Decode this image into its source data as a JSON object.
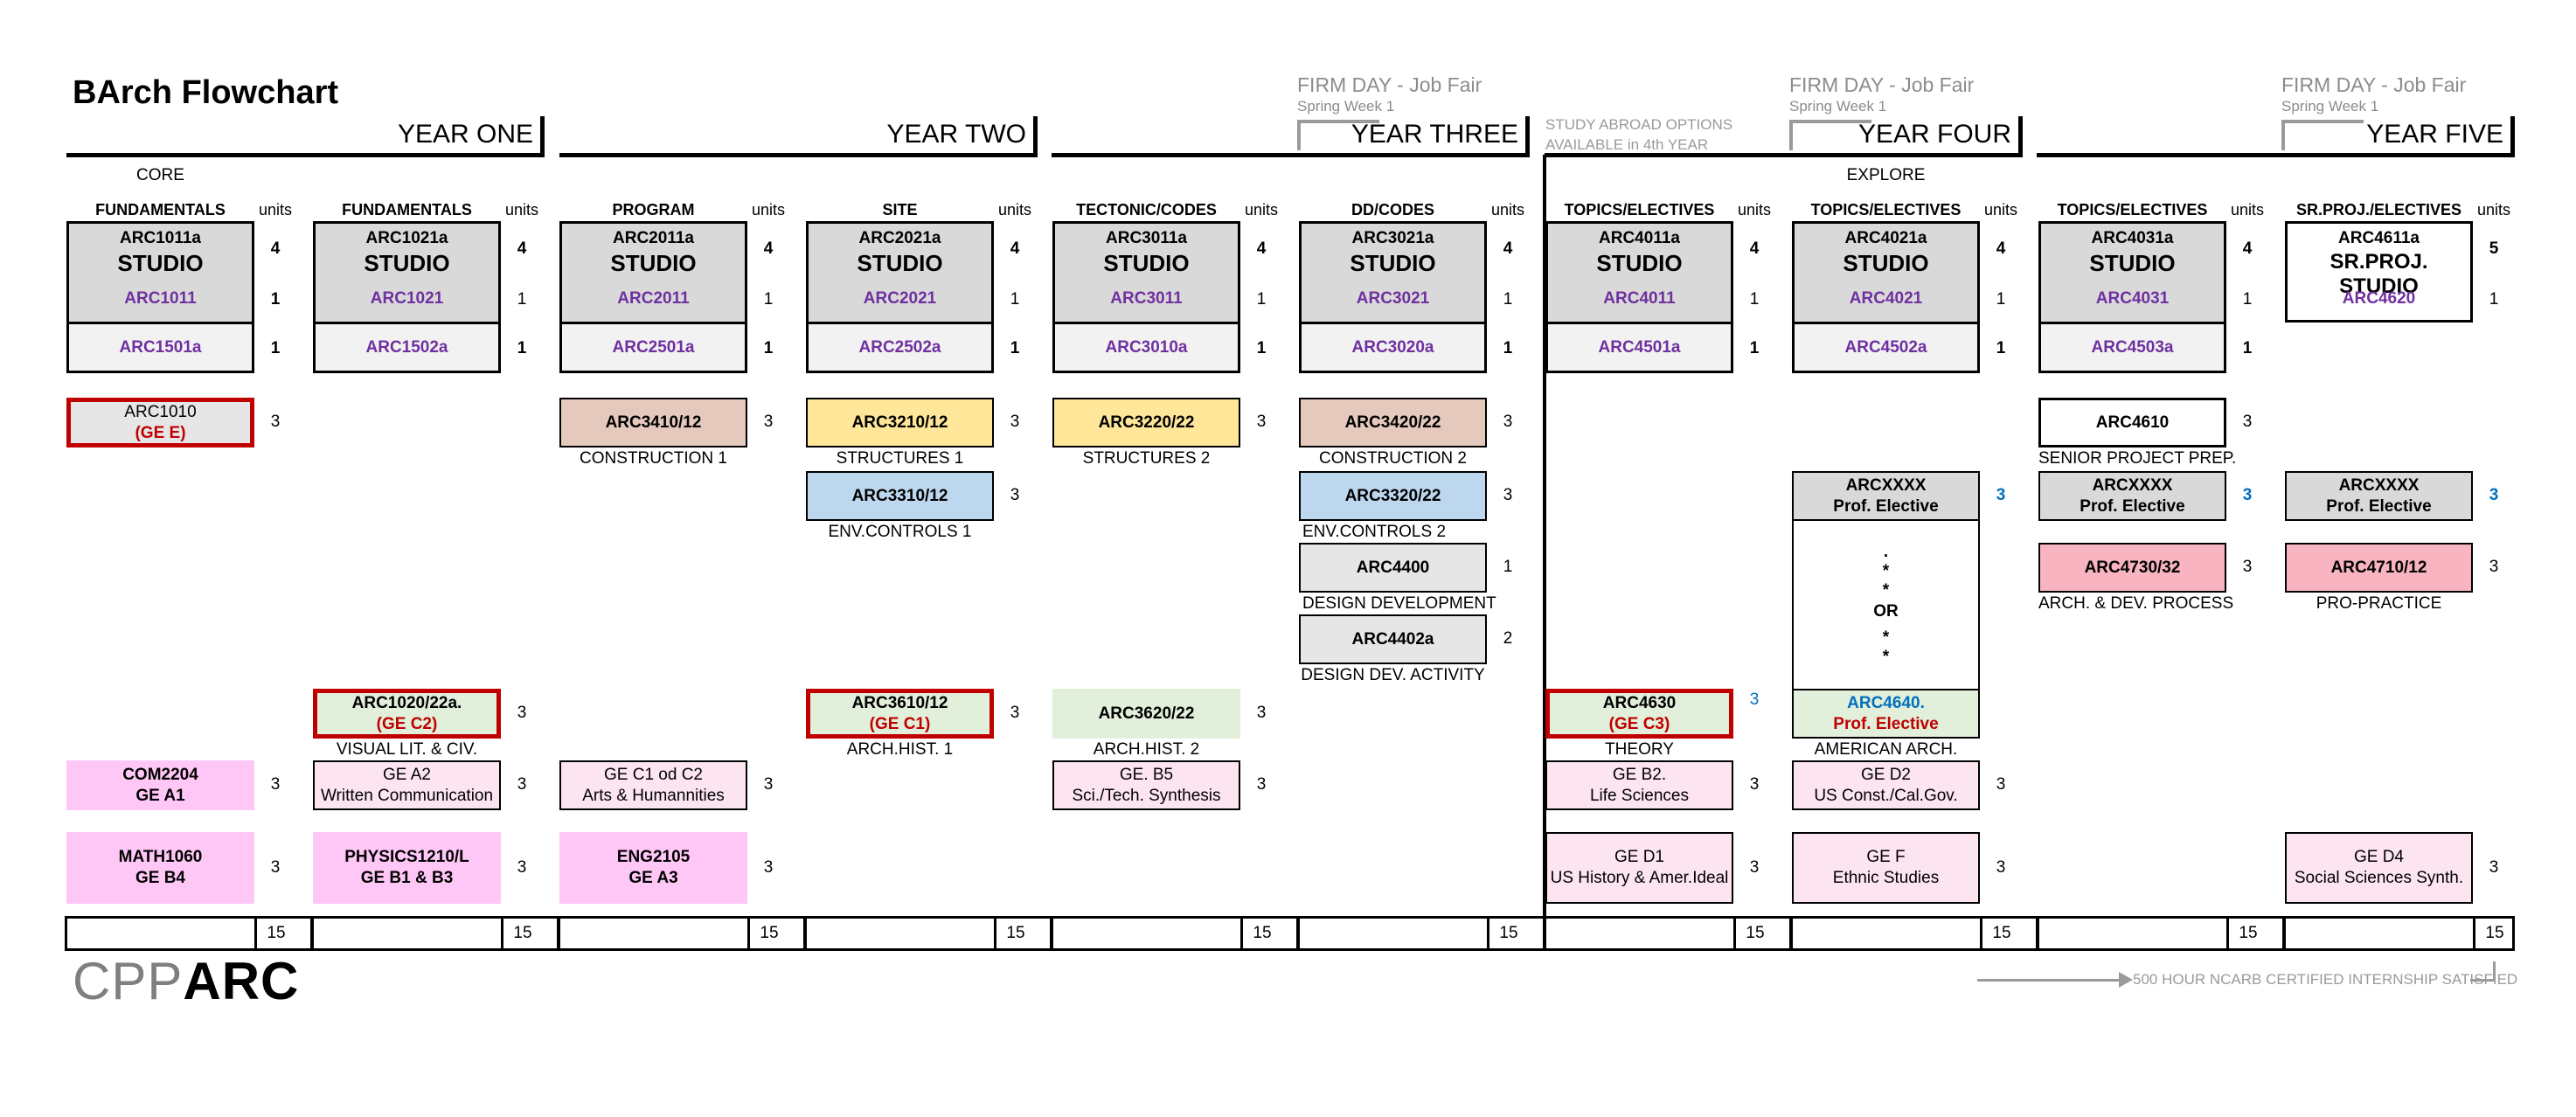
{
  "title": "BArch Flowchart",
  "years": [
    "YEAR ONE",
    "YEAR TWO",
    "YEAR THREE",
    "YEAR FOUR",
    "YEAR FIVE"
  ],
  "firm_day": {
    "title": "FIRM DAY - Job Fair",
    "sub": "Spring Week 1"
  },
  "study_abroad": [
    "STUDY ABROAD OPTIONS",
    "AVAILABLE in 4th YEAR"
  ],
  "groups": {
    "core": "CORE",
    "explore": "EXPLORE"
  },
  "units_label": "units",
  "columns": [
    {
      "header": "FUNDAMENTALS",
      "studio_code": "ARC1011a",
      "studio_label": "STUDIO",
      "studio_units": "4",
      "sub1": "ARC1011",
      "sub1_units": "1",
      "sub2": "ARC1501a",
      "sub2_units": "1",
      "total": "15"
    },
    {
      "header": "FUNDAMENTALS",
      "studio_code": "ARC1021a",
      "studio_label": "STUDIO",
      "studio_units": "4",
      "sub1": "ARC1021",
      "sub1_units": "1",
      "sub2": "ARC1502a",
      "sub2_units": "1",
      "total": "15"
    },
    {
      "header": "PROGRAM",
      "studio_code": "ARC2011a",
      "studio_label": "STUDIO",
      "studio_units": "4",
      "sub1": "ARC2011",
      "sub1_units": "1",
      "sub2": "ARC2501a",
      "sub2_units": "1",
      "total": "15"
    },
    {
      "header": "SITE",
      "studio_code": "ARC2021a",
      "studio_label": "STUDIO",
      "studio_units": "4",
      "sub1": "ARC2021",
      "sub1_units": "1",
      "sub2": "ARC2502a",
      "sub2_units": "1",
      "total": "15"
    },
    {
      "header": "TECTONIC/CODES",
      "studio_code": "ARC3011a",
      "studio_label": "STUDIO",
      "studio_units": "4",
      "sub1": "ARC3011",
      "sub1_units": "1",
      "sub2": "ARC3010a",
      "sub2_units": "1",
      "total": "15"
    },
    {
      "header": "DD/CODES",
      "studio_code": "ARC3021a",
      "studio_label": "STUDIO",
      "studio_units": "4",
      "sub1": "ARC3021",
      "sub1_units": "1",
      "sub2": "ARC3020a",
      "sub2_units": "1",
      "total": "15"
    },
    {
      "header": "TOPICS/ELECTIVES",
      "studio_code": "ARC4011a",
      "studio_label": "STUDIO",
      "studio_units": "4",
      "sub1": "ARC4011",
      "sub1_units": "1",
      "sub2": "ARC4501a",
      "sub2_units": "1",
      "total": "15"
    },
    {
      "header": "TOPICS/ELECTIVES",
      "studio_code": "ARC4021a",
      "studio_label": "STUDIO",
      "studio_units": "4",
      "sub1": "ARC4021",
      "sub1_units": "1",
      "sub2": "ARC4502a",
      "sub2_units": "1",
      "total": "15"
    },
    {
      "header": "TOPICS/ELECTIVES",
      "studio_code": "ARC4031a",
      "studio_label": "STUDIO",
      "studio_units": "4",
      "sub1": "ARC4031",
      "sub1_units": "1",
      "sub2": "ARC4503a",
      "sub2_units": "1",
      "total": "15"
    },
    {
      "header": "SR.PROJ./ELECTIVES",
      "studio_code": "ARC4611a",
      "studio_label": "SR.PROJ. STUDIO",
      "studio_units": "5",
      "sub1": "ARC4620",
      "sub1_units": "1",
      "total": "15"
    }
  ],
  "courses": {
    "arc1010": {
      "code": "ARC1010",
      "ge": "(GE E)",
      "units": "3"
    },
    "arc3410": {
      "code": "ARC3410/12",
      "label": "CONSTRUCTION 1",
      "units": "3"
    },
    "arc3210": {
      "code": "ARC3210/12",
      "label": "STRUCTURES 1",
      "units": "3"
    },
    "arc3220": {
      "code": "ARC3220/22",
      "label": "STRUCTURES 2",
      "units": "3"
    },
    "arc3420": {
      "code": "ARC3420/22",
      "label": "CONSTRUCTION 2",
      "units": "3"
    },
    "arc4610": {
      "code": "ARC4610",
      "label": "SENIOR PROJECT PREP.",
      "units": "3"
    },
    "arc3310": {
      "code": "ARC3310/12",
      "label": "ENV.CONTROLS 1",
      "units": "3"
    },
    "arc3320": {
      "code": "ARC3320/22",
      "label": "ENV.CONTROLS 2",
      "units": "3"
    },
    "arcxxxx_4": {
      "code": "ARCXXXX",
      "label": "Prof. Elective",
      "units": "3"
    },
    "arcxxxx_5a": {
      "code": "ARCXXXX",
      "label": "Prof. Elective",
      "units": "3"
    },
    "arcxxxx_5b": {
      "code": "ARCXXXX",
      "label": "Prof. Elective",
      "units": "3"
    },
    "arc4400": {
      "code": "ARC4400",
      "label": "DESIGN DEVELOPMENT",
      "units": "1"
    },
    "arc4730": {
      "code": "ARC4730/32",
      "label": "ARCH. & DEV. PROCESS",
      "units": "3"
    },
    "arc4710": {
      "code": "ARC4710/12",
      "label": "PRO-PRACTICE",
      "units": "3"
    },
    "arc4402": {
      "code": "ARC4402a",
      "label": "DESIGN DEV. ACTIVITY",
      "units": "2"
    },
    "or_box": {
      "dot": ".",
      "star": "*",
      "or": "OR"
    },
    "arc1020": {
      "code": "ARC1020/22a.",
      "ge": "(GE C2)",
      "label": "VISUAL LIT. & CIV.",
      "units": "3"
    },
    "arc3610": {
      "code": "ARC3610/12",
      "ge": "(GE C1)",
      "label": "ARCH.HIST. 1",
      "units": "3"
    },
    "arc3620": {
      "code": "ARC3620/22",
      "label": "ARCH.HIST. 2",
      "units": "3"
    },
    "arc4630": {
      "code": "ARC4630",
      "ge": "(GE C3)",
      "label": "THEORY",
      "units": "3"
    },
    "arc4640": {
      "code": "ARC4640.",
      "ge": "Prof. Elective",
      "label": "AMERICAN ARCH."
    },
    "com2204": {
      "code": "COM2204",
      "ge": "GE A1",
      "units": "3"
    },
    "ge_a2": {
      "code": "GE A2",
      "ge": "Written Communication",
      "units": "3"
    },
    "ge_c1c2": {
      "code": "GE C1 od C2",
      "ge": "Arts & Humannities",
      "units": "3"
    },
    "ge_b5": {
      "code": "GE. B5",
      "ge": "Sci./Tech. Synthesis",
      "units": "3"
    },
    "ge_b2": {
      "code": "GE B2.",
      "ge": "Life Sciences",
      "units": "3"
    },
    "ge_d2": {
      "code": "GE D2",
      "ge": "US Const./Cal.Gov.",
      "units": "3"
    },
    "math1060": {
      "code": "MATH1060",
      "ge": "GE B4",
      "units": "3"
    },
    "physics": {
      "code": "PHYSICS1210/L",
      "ge": "GE B1 & B3",
      "units": "3"
    },
    "eng2105": {
      "code": "ENG2105",
      "ge": "GE A3",
      "units": "3"
    },
    "ge_d1": {
      "code": "GE D1",
      "ge": "US History & Amer.Ideal",
      "units": "3"
    },
    "ge_f": {
      "code": "GE F",
      "ge": "Ethnic Studies",
      "units": "3"
    },
    "ge_d4": {
      "code": "GE D4",
      "ge": "Social Sciences Synth.",
      "units": "3"
    }
  },
  "logo": {
    "cpp": "CPP",
    "arc": "ARC"
  },
  "ncarb": "500 HOUR NCARB CERTIFIED INTERNSHIP SATISFIED",
  "colors": {
    "tan": "#e6c9bd",
    "yellow": "#ffe699",
    "blue": "#bdd7ee",
    "green": "#e2efda",
    "pink_light": "#fde4f1",
    "pink_strong": "#ffc7f6",
    "salmon": "#f8b4c0",
    "grey": "#d9d9d9",
    "red": "#c00000",
    "purple": "#7030a0"
  }
}
